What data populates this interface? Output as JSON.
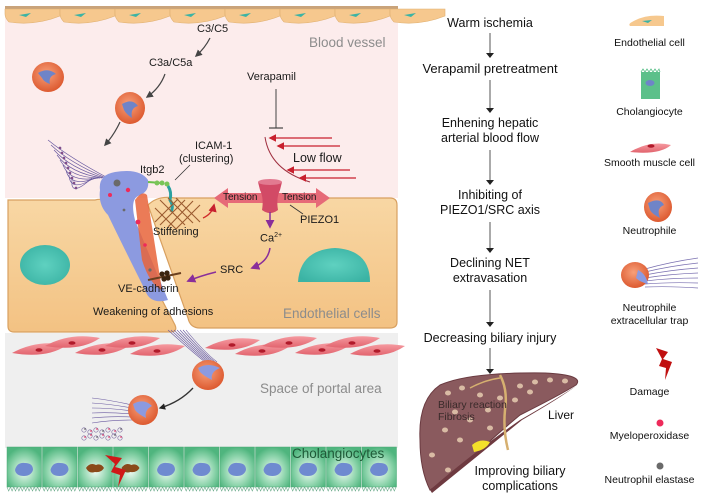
{
  "regions": {
    "blood_vessel": "Blood vessel",
    "endothelial_cells": "Endothelial cells",
    "space_of_portal_area": "Space of portal area",
    "cholangiocytes": "Cholangiocytes"
  },
  "mechanism_labels": {
    "c3c5": "C3/C5",
    "c3ac5a": "C3a/C5a",
    "verapamil": "Verapamil",
    "low_flow": "Low flow",
    "icam1_line1": "ICAM-1",
    "icam1_line2": "(clustering)",
    "itgb2": "Itgb2",
    "tension_left": "Tension",
    "tension_right": "Tension",
    "piezo1": "PIEZO1",
    "stiffening": "Stiffening",
    "ca": "Ca",
    "ca_sup": "2+",
    "src": "SRC",
    "ve_cadherin": "VE-cadherin",
    "weakening": "Weakening of adhesions"
  },
  "flowchart": {
    "steps": [
      {
        "lines": [
          "Warm ischemia"
        ]
      },
      {
        "lines": [
          "Verapamil pretreatment"
        ]
      },
      {
        "lines": [
          "Enhening hepatic",
          "arterial blood flow"
        ]
      },
      {
        "lines": [
          "Inhibiting of",
          "PIEZO1/SRC axis"
        ]
      },
      {
        "lines": [
          "Declining NET",
          "extravasation"
        ]
      },
      {
        "lines": [
          "Decreasing biliary injury"
        ]
      },
      {
        "lines": [
          "Improving biliary",
          "complications"
        ]
      }
    ],
    "liver": {
      "label": "Liver",
      "annotation_line1": "Biliary reaction",
      "annotation_line2": "Fibrosis"
    }
  },
  "legend": {
    "items": [
      {
        "icon": "endothelial-cell-icon",
        "label_lines": [
          "Endothelial cell"
        ]
      },
      {
        "icon": "cholangiocyte-icon",
        "label_lines": [
          "Cholangiocyte"
        ]
      },
      {
        "icon": "smooth-muscle-cell-icon",
        "label_lines": [
          "Smooth muscle cell"
        ]
      },
      {
        "icon": "neutrophile-icon",
        "label_lines": [
          "Neutrophile"
        ]
      },
      {
        "icon": "net-icon",
        "label_lines": [
          "Neutrophile",
          "extracellular trap"
        ]
      },
      {
        "icon": "damage-icon",
        "label_lines": [
          "Damage"
        ]
      },
      {
        "icon": "myeloperoxidase-dot-icon",
        "label_lines": [
          "Myeloperoxidase"
        ]
      },
      {
        "icon": "neutrophil-elastase-dot-icon",
        "label_lines": [
          "Neutrophil elastase"
        ]
      }
    ]
  },
  "colors": {
    "blood_vessel_bg": "#fcecec",
    "endothelial": "#f6c88e",
    "portal_bg": "#efefef",
    "cholangiocyte": "#5cc08a",
    "smooth_muscle": "#e8707a",
    "neutrophil": "#e8643a",
    "nucleus": "#6f84c8",
    "tension_arrow": "#e66a78",
    "low_flow_arrow": "#c8202e",
    "damage": "#d01818",
    "myeloperoxidase": "#ee2a5a",
    "elastase": "#6a6a6a",
    "liver": "#8a5a5e",
    "src_arrow": "#8a2e9a"
  }
}
